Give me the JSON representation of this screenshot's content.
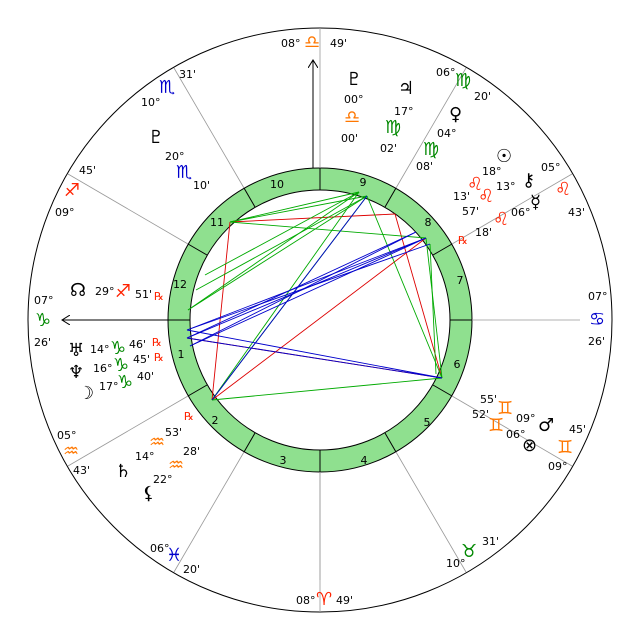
{
  "colors": {
    "fire": "#ff2200",
    "earth": "#008800",
    "air": "#ff7700",
    "water": "#0000cc",
    "ring": "#8fe08f",
    "aspect_red": "#dd0000",
    "aspect_green": "#00aa00",
    "aspect_blue": "#0000cc"
  },
  "cusp_labels": [
    {
      "id": "mc",
      "deg": "08°",
      "glyph": "♎",
      "min": "49'",
      "color": "#ff7700"
    },
    {
      "id": "c11",
      "deg": "06°",
      "glyph": "♍",
      "min": "20'",
      "color": "#008800"
    },
    {
      "id": "c12",
      "deg": "05°",
      "glyph": "♌",
      "min": "43'",
      "color": "#ff2200"
    },
    {
      "id": "asc",
      "deg": "07°",
      "glyph": "♋",
      "min": "26'",
      "color": "#0000cc"
    },
    {
      "id": "c2",
      "deg": "45'",
      "glyph": "♊",
      "min": "09°",
      "color": "#ff7700"
    },
    {
      "id": "c3",
      "deg": "31'",
      "glyph": "♉",
      "min": "10°",
      "color": "#008800"
    },
    {
      "id": "ic",
      "deg": "08°",
      "glyph": "♈",
      "min": "49'",
      "color": "#ff2200"
    },
    {
      "id": "c5",
      "deg": "06°",
      "glyph": "♓",
      "min": "20'",
      "color": "#0000cc"
    },
    {
      "id": "c6",
      "deg": "05°",
      "glyph": "♒",
      "min": "43'",
      "color": "#ff7700"
    },
    {
      "id": "dsc",
      "deg": "07°",
      "glyph": "♑",
      "min": "26'",
      "color": "#008800"
    },
    {
      "id": "c8",
      "deg": "45'",
      "glyph": "♐",
      "min": "09°",
      "color": "#ff2200"
    },
    {
      "id": "c9",
      "deg": "31'",
      "glyph": "♏",
      "min": "10°",
      "color": "#0000cc"
    }
  ],
  "house_numbers": [
    "1",
    "2",
    "3",
    "4",
    "5",
    "6",
    "7",
    "8",
    "9",
    "10",
    "11",
    "12"
  ],
  "planets": [
    {
      "id": "pluto-top",
      "glyph": "♇",
      "deg": "00°",
      "sign": "♎",
      "min": "00'",
      "retro": "",
      "sign_color": "#ff7700"
    },
    {
      "id": "jupiter",
      "glyph": "♃",
      "deg": "17°",
      "sign": "♍",
      "min": "02'",
      "retro": "",
      "sign_color": "#008800"
    },
    {
      "id": "venus",
      "glyph": "♀",
      "deg": "04°",
      "sign": "♍",
      "min": "08'",
      "retro": "",
      "sign_color": "#008800"
    },
    {
      "id": "sun",
      "glyph": "☉",
      "deg": "18°",
      "sign": "♌",
      "min": "13'",
      "retro": "",
      "sign_color": "#ff2200"
    },
    {
      "id": "chiron",
      "glyph": "⚷",
      "deg": "13°",
      "sign": "♌",
      "min": "57'",
      "retro": "",
      "sign_color": "#ff2200"
    },
    {
      "id": "mercury",
      "glyph": "☿",
      "deg": "06°",
      "sign": "♌",
      "min": "18'",
      "retro": "℞",
      "sign_color": "#ff2200"
    },
    {
      "id": "pluto",
      "glyph": "♇",
      "deg": "20°",
      "sign": "♏",
      "min": "10'",
      "retro": "",
      "sign_color": "#0000cc"
    },
    {
      "id": "node",
      "glyph": "☊",
      "deg": "29°",
      "sign": "♐",
      "min": "51'",
      "retro": "℞",
      "sign_color": "#ff2200"
    },
    {
      "id": "uranus",
      "glyph": "♅",
      "deg": "14°",
      "sign": "♑",
      "min": "46'",
      "retro": "℞",
      "sign_color": "#008800"
    },
    {
      "id": "neptune",
      "glyph": "♆",
      "deg": "16°",
      "sign": "♑",
      "min": "45'",
      "retro": "℞",
      "sign_color": "#008800"
    },
    {
      "id": "moon",
      "glyph": "☽",
      "deg": "17°",
      "sign": "♑",
      "min": "40'",
      "retro": "",
      "sign_color": "#008800"
    },
    {
      "id": "saturn",
      "glyph": "♄",
      "deg": "14°",
      "sign": "♒",
      "min": "53'",
      "retro": "℞",
      "sign_color": "#ff7700"
    },
    {
      "id": "lilith",
      "glyph": "⚸",
      "deg": "22°",
      "sign": "♒",
      "min": "28'",
      "retro": "",
      "sign_color": "#ff7700"
    },
    {
      "id": "mars",
      "glyph": "♂",
      "deg": "09°",
      "sign": "♊",
      "min": "55'",
      "retro": "",
      "sign_color": "#ff7700"
    },
    {
      "id": "fortune",
      "glyph": "⊗",
      "deg": "06°",
      "sign": "♊",
      "min": "52'",
      "retro": "",
      "sign_color": "#ff7700"
    }
  ]
}
